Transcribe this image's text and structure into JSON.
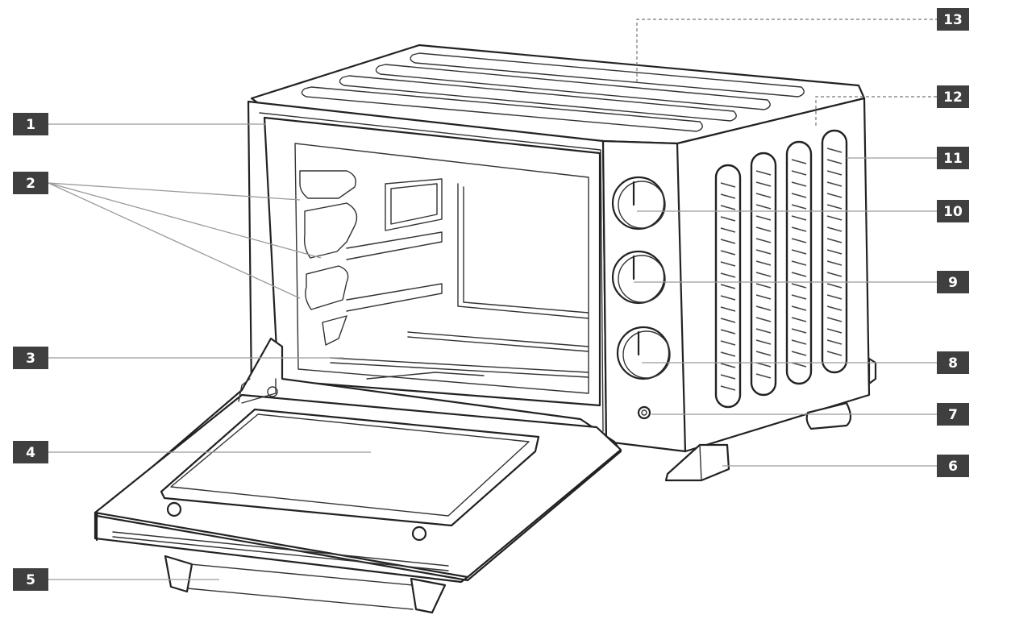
{
  "diagram": {
    "callouts": [
      {
        "id": "c1",
        "label": "1"
      },
      {
        "id": "c2",
        "label": "2"
      },
      {
        "id": "c3",
        "label": "3"
      },
      {
        "id": "c4",
        "label": "4"
      },
      {
        "id": "c5",
        "label": "5"
      },
      {
        "id": "c6",
        "label": "6"
      },
      {
        "id": "c7",
        "label": "7"
      },
      {
        "id": "c8",
        "label": "8"
      },
      {
        "id": "c9",
        "label": "9"
      },
      {
        "id": "c10",
        "label": "10"
      },
      {
        "id": "c11",
        "label": "11"
      },
      {
        "id": "c12",
        "label": "12"
      },
      {
        "id": "c13",
        "label": "13"
      }
    ],
    "colors": {
      "callout_box": "#3f3f3f",
      "callout_text": "#ffffff",
      "line_art": "#222222",
      "leader": "#9a9a9a"
    }
  }
}
